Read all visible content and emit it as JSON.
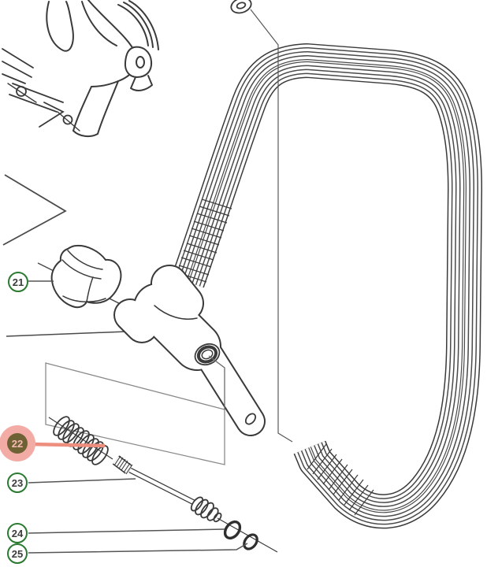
{
  "diagram": {
    "callouts": [
      {
        "label": "21"
      },
      {
        "label": "22"
      },
      {
        "label": "23"
      },
      {
        "label": "24"
      },
      {
        "label": "25"
      }
    ],
    "highlighted_callout": "22",
    "colors": {
      "background": "#ffffff",
      "line": "#3a3a3a",
      "leader": "#555555",
      "detail_box": "#8a8a8a",
      "callout_border": "#2b7a31",
      "callout_text": "#3c3c3c",
      "highlight_halo": "#f3aca5",
      "highlight_disc": "#6e6134",
      "highlight_text": "#f6bcb4",
      "highlight_leader": "#ee8e7f"
    }
  }
}
